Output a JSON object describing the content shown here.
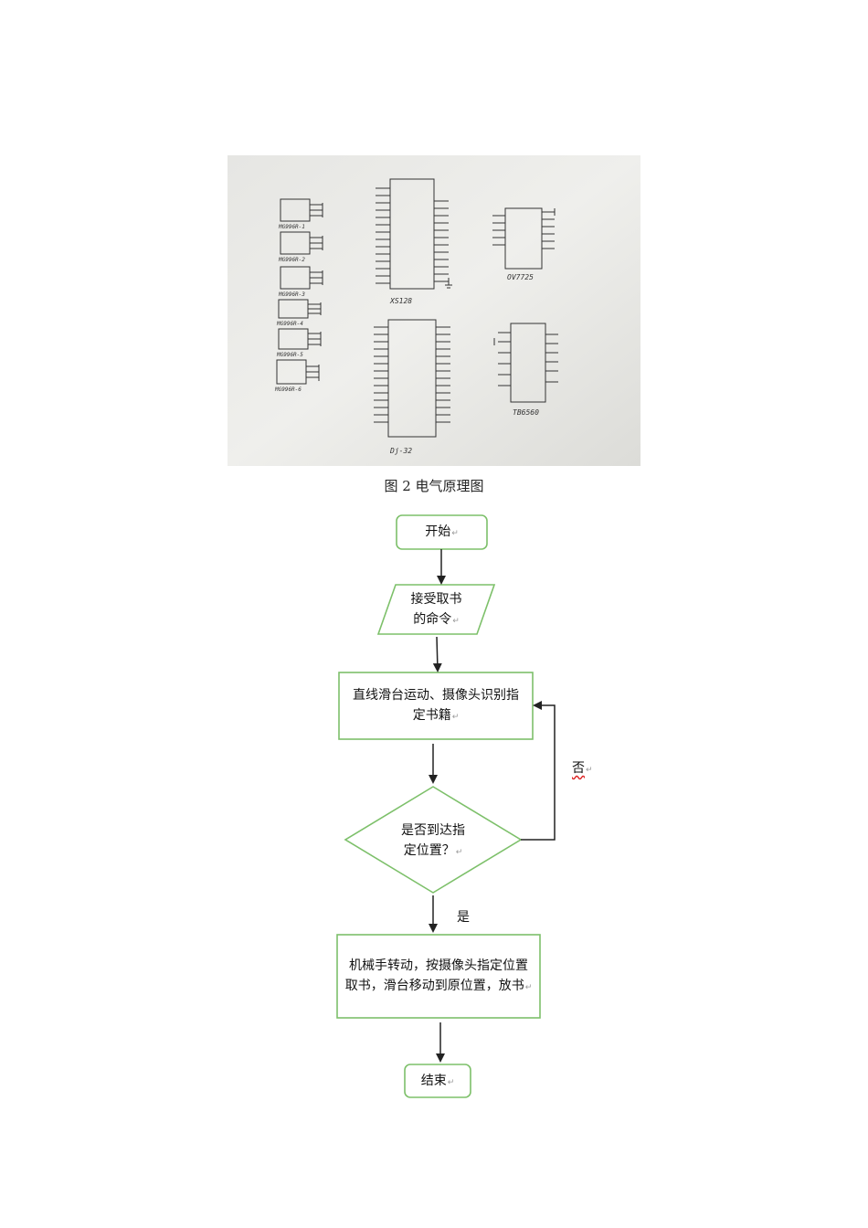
{
  "figure": {
    "caption": "图 2  电气原理图",
    "chips": {
      "xs128": "XS128",
      "ov7725": "OV7725",
      "dj32": "Dj-32",
      "tb6560": "TB6560"
    },
    "servos": [
      "MG996R-1",
      "MG996R-2",
      "MG996R-3",
      "MG996R-4",
      "MG996R-5",
      "MG996R-6"
    ]
  },
  "flowchart": {
    "start": "开始",
    "input_line1": "接受取书",
    "input_line2": "的命令",
    "process1_line1": "直线滑台运动、摄像头识别指",
    "process1_line2": "定书籍",
    "decision_line1": "是否到达指",
    "decision_line2": "定位置？",
    "no_label": "否",
    "yes_label": "是",
    "process2_line1": "机械手转动，按摄像头指定位置",
    "process2_line2": "取书，滑台移动到原位置，放书",
    "end": "结束"
  },
  "colors": {
    "box_border": "#7dc06a",
    "arrow": "#222222"
  }
}
